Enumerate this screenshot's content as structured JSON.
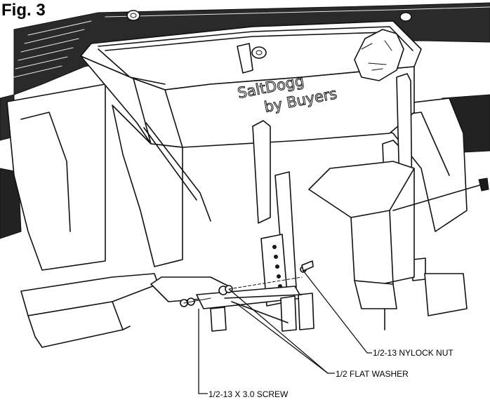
{
  "figure": {
    "title": "Fig. 3"
  },
  "brand": {
    "name": "SaltDogg",
    "byline": "by Buyers"
  },
  "callouts": {
    "nylock_nut": "1/2-13 NYLOCK NUT",
    "flat_washer": "1/2 FLAT WASHER",
    "screw": "1/2-13 X 3.0 SCREW"
  },
  "colors": {
    "line": "#111111",
    "background": "#ffffff"
  }
}
